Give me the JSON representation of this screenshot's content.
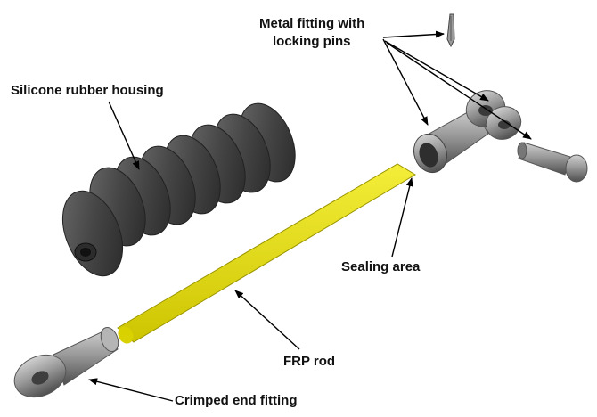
{
  "labels": {
    "metal_fitting_line1": "Metal fitting with",
    "metal_fitting_line2": "locking pins",
    "silicone_housing": "Silicone rubber housing",
    "sealing_area": "Sealing area",
    "frp_rod": "FRP rod",
    "crimped_end_fitting": "Crimped end fitting"
  },
  "colors": {
    "metal": "#8a8a8a",
    "metal_dark": "#4a4a4a",
    "rubber": "#4b4b4b",
    "rubber_dark": "#2a2a2a",
    "rod": "#e8e000",
    "arrow": "#000000"
  }
}
